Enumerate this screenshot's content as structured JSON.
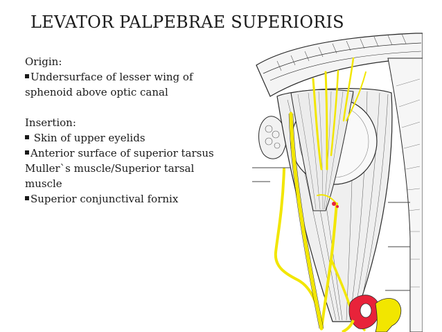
{
  "slide": {
    "title": "LEVATOR PALPEBRAE SUPERIORIS"
  },
  "content": {
    "origin_heading": "Origin:",
    "origin_items": [
      "Undersurface of lesser wing of",
      "sphenoid above  optic canal"
    ],
    "insertion_heading": "Insertion:",
    "insertion_items": [
      " Skin of upper eyelids",
      "Anterior surface of superior tarsus",
      " Muller`s  muscle/Superior tarsal",
      "muscle",
      "Superior conjunctival fornix"
    ]
  },
  "figure": {
    "colors": {
      "nerve": "#f2e600",
      "artery": "#e8233a",
      "outline": "#2a2a2a",
      "muscle_fill": "#efefef"
    }
  }
}
